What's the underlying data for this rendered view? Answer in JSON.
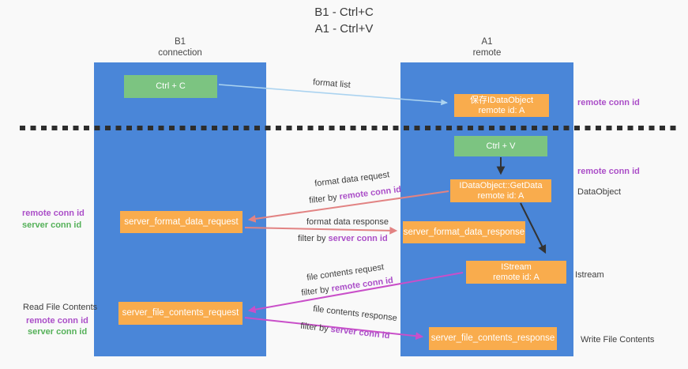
{
  "title": {
    "line1": "B1 - Ctrl+C",
    "line2": "A1 - Ctrl+V"
  },
  "columns": {
    "left": {
      "name": "B1",
      "role": "connection"
    },
    "right": {
      "name": "A1",
      "role": "remote"
    }
  },
  "nodes": {
    "ctrl_c": "Ctrl + C",
    "ctrl_v": "Ctrl + V",
    "saved_dataobject": {
      "line1": "保存IDataObject",
      "line2": "remote id: A"
    },
    "getdata": {
      "line1": "IDataObject::GetData",
      "line2": "remote id: A"
    },
    "istream": {
      "line1": "IStream",
      "line2": "remote id: A"
    },
    "server_format_data_request": "server_format_data_request",
    "server_format_data_response": "server_format_data_response",
    "server_file_contents_request": "server_file_contents_request",
    "server_file_contents_response": "server_file_contents_response"
  },
  "arrow_labels": {
    "format_list": "format list",
    "format_data_request": "format data request",
    "format_data_response": "format data response",
    "file_contents_request": "file contents request",
    "file_contents_response": "file contents response",
    "filter_by": "filter by ",
    "remote_conn_id": "remote conn id",
    "server_conn_id": "server conn id"
  },
  "side_labels": {
    "remote_conn_id": "remote conn id",
    "server_conn_id": "server conn id",
    "dataobject": "DataObject",
    "istream": "Istream",
    "read_file_contents": "Read File Contents",
    "write_file_contents": "Write File Contents"
  },
  "colors": {
    "column_blue": "#4a86d8",
    "box_green": "#7cc481",
    "box_orange": "#f9ac4d",
    "arrow_salmon": "#e28383",
    "arrow_magenta": "#c94fc9",
    "arrow_lightblue": "#abd3f0",
    "arrow_black": "#333333",
    "text_purple": "#ab4fc8",
    "text_green": "#55b159"
  }
}
